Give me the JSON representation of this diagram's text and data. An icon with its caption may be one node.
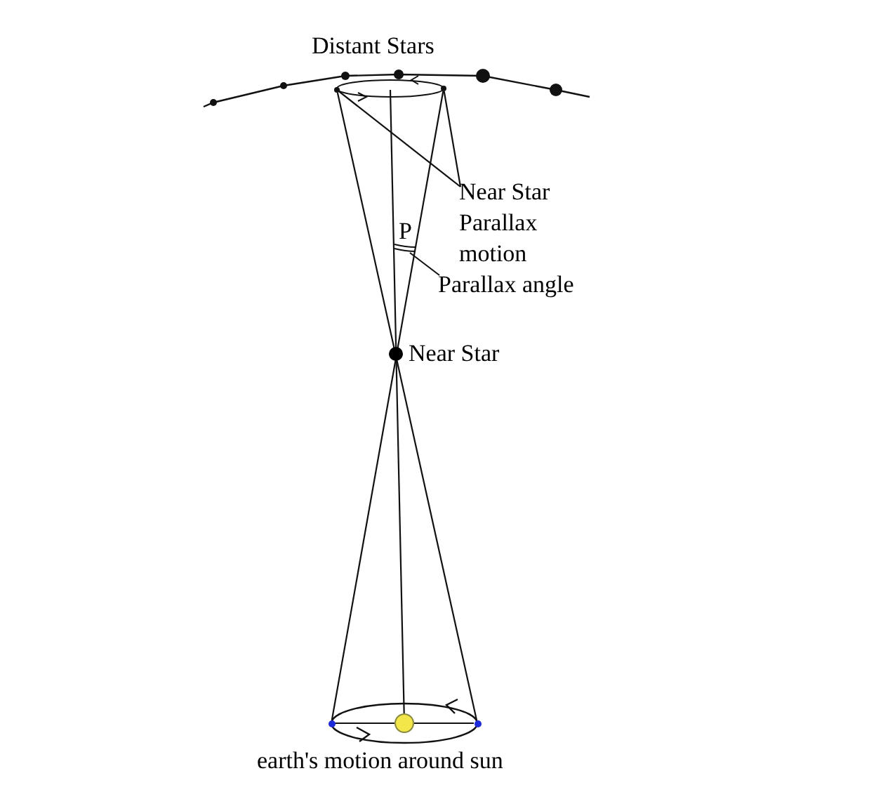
{
  "diagram": {
    "nodes": [
      {
        "text": [
          "Near Star Parallax motion"
        ]
      },
      {
        "text": [],
        "shape": "circle"
      },
      {
        "text": [],
        "shape": "circle"
      },
      {
        "text": [
          "Parallax angle"
        ]
      },
      {
        "text": [],
        "shape": "circle",
        "beside": [
          "Near Star"
        ]
      },
      {
        "text": [],
        "shape": "circle"
      },
      {
        "text": [],
        "shape": "circle"
      },
      {
        "text": [],
        "shape": "circle"
      }
    ],
    "edges": [
      {
        "from": 0,
        "to": 1,
        "arrow": "none"
      },
      {
        "from": 0,
        "to": 2,
        "arrow": "none"
      },
      {
        "from": 3,
        "to": null,
        "arrow": "none"
      },
      {
        "from": 5,
        "to": 2,
        "arrow": "none"
      },
      {
        "from": 7,
        "to": 1,
        "arrow": "none"
      },
      {
        "from": 6,
        "to": null,
        "arrow": "none"
      },
      {
        "from": 5,
        "to": 6,
        "arrow": "none"
      },
      {
        "from": 6,
        "to": 7,
        "arrow": "none"
      }
    ],
    "labels": [
      "Distant Stars",
      "P",
      "earth's motion around sun"
    ]
  }
}
